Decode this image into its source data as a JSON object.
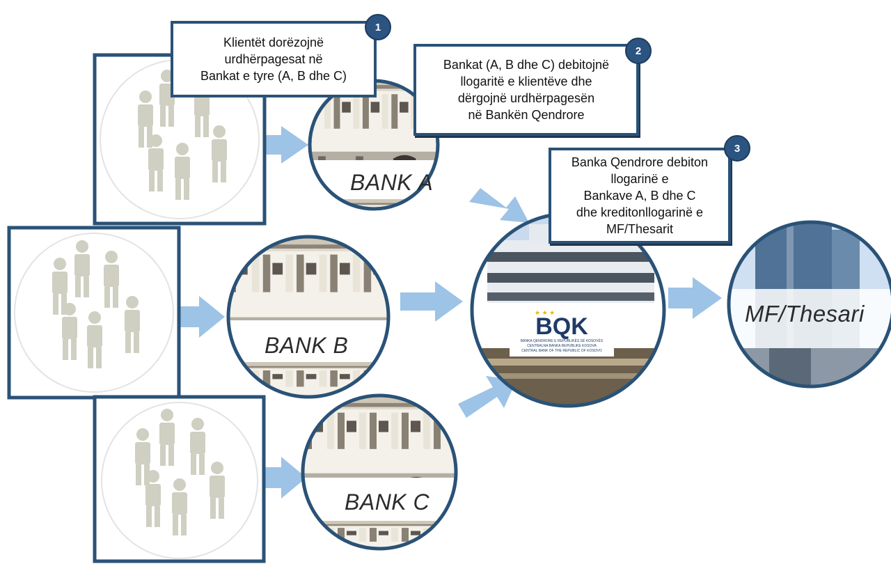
{
  "banks": {
    "a_label": "BANK A",
    "b_label": "BANK B",
    "c_label": "BANK C"
  },
  "central_bank": {
    "logo_text": "BQK",
    "logo_line_1": "BANKA QENDRORE E REPUBLIKËS SË KOSOVËS",
    "logo_line_2": "CENTRALNA BANKA REPUBLIKE KOSOVA",
    "logo_line_3": "CENTRAL BANK OF THE REPUBLIC OF KOSOVO"
  },
  "treasury": {
    "label": "MF/Thesari"
  },
  "steps": [
    {
      "number": "1",
      "lines": [
        "Klientët dorëzojnë",
        "urdhërpagesat në",
        "Bankat e tyre (A, B dhe C)"
      ]
    },
    {
      "number": "2",
      "lines": [
        "Bankat (A, B dhe C) debitojnë",
        "llogaritë e klientëve dhe",
        "dërgojnë  urdhërpagesën",
        "në Bankën Qendrore"
      ]
    },
    {
      "number": "3",
      "lines": [
        "Banka Qendrore debiton",
        "llogarinë e",
        "Bankave A, B dhe C",
        "dhe kreditonllogarinë e",
        "MF/Thesarit"
      ]
    }
  ],
  "colors": {
    "border": "#2a5277",
    "arrow": "#9dc3e6",
    "badge": "#2c5481",
    "people": "#cfcfc2"
  }
}
